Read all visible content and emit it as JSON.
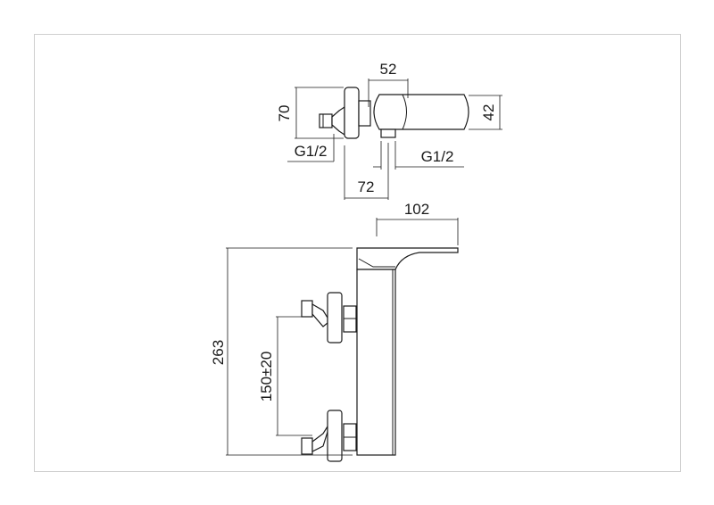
{
  "drawing": {
    "top_view": {
      "dim_width": "52",
      "dim_flange_height": "70",
      "dim_body_height": "42",
      "dim_inlet_thread": "G1/2",
      "dim_outlet_thread": "G1/2",
      "dim_depth": "72"
    },
    "front_view": {
      "dim_spout": "102",
      "dim_height": "263",
      "dim_inlet_spacing": "150±20"
    }
  }
}
